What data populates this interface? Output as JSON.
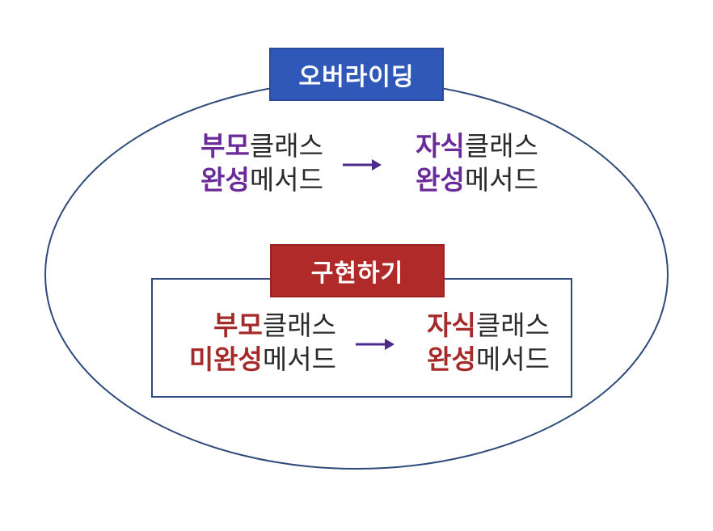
{
  "override": {
    "title": "오버라이딩",
    "parent": {
      "line1_highlight": "부모",
      "line1_rest": "클래스",
      "line2_highlight": "완성",
      "line2_rest": "메서드"
    },
    "child": {
      "line1_highlight": "자식",
      "line1_rest": "클래스",
      "line2_highlight": "완성",
      "line2_rest": "메서드"
    }
  },
  "implement": {
    "title": "구현하기",
    "parent": {
      "line1_highlight": "부모",
      "line1_rest": "클래스",
      "line2_highlight": "미완성",
      "line2_rest": "메서드"
    },
    "child": {
      "line1_highlight": "자식",
      "line1_rest": "클래스",
      "line2_highlight": "완성",
      "line2_rest": "메서드"
    }
  },
  "colors": {
    "override_label_bg": "#3058b8",
    "implement_label_bg": "#b02a2a",
    "highlight_purple": "#6a2a98",
    "highlight_red": "#a52a2a",
    "outline": "#2f4a7a",
    "arrow": "#4a2a8a"
  }
}
